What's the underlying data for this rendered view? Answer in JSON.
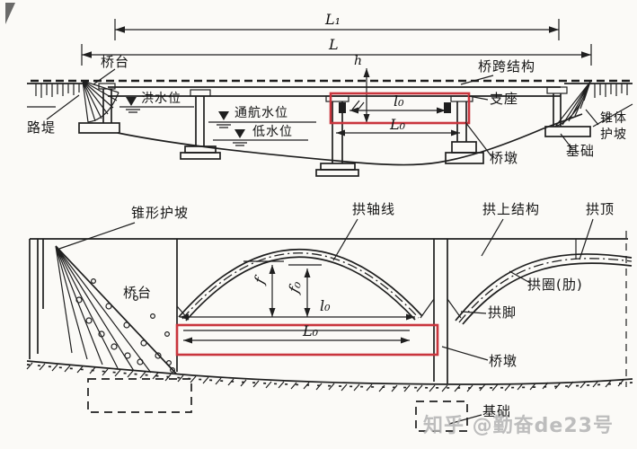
{
  "colors": {
    "highlight": "#c9353d",
    "line": "#1f1f1f",
    "paper": "#fbfaf7",
    "watermark": "#b3b3b3"
  },
  "top_figure": {
    "dims": {
      "L1": "L₁",
      "L": "L",
      "h": "h",
      "l0": "l₀",
      "L0": "L₀"
    },
    "labels": {
      "abutment": "桥台",
      "span_structure": "桥跨结构",
      "flood_level": "洪水位",
      "navigation_level": "通航水位",
      "low_level": "低水位",
      "embankment": "路堤",
      "bearing": "支座",
      "pier": "桥墩",
      "cone_slope": "锥体护坡",
      "foundation": "基础"
    }
  },
  "bottom_figure": {
    "dims": {
      "f": "f",
      "f0": "f₀",
      "l0": "l₀",
      "L0": "L₀"
    },
    "labels": {
      "cone_slope": "锥形护坡",
      "arch_axis": "拱轴线",
      "spandrel_structure": "拱上结构",
      "arch_crown": "拱顶",
      "abutment": "桥台",
      "arch_ring": "拱圈(肋)",
      "arch_springing": "拱脚",
      "pier": "桥墩",
      "foundation": "基础"
    }
  },
  "watermark": "知乎 @勤奋de23号"
}
